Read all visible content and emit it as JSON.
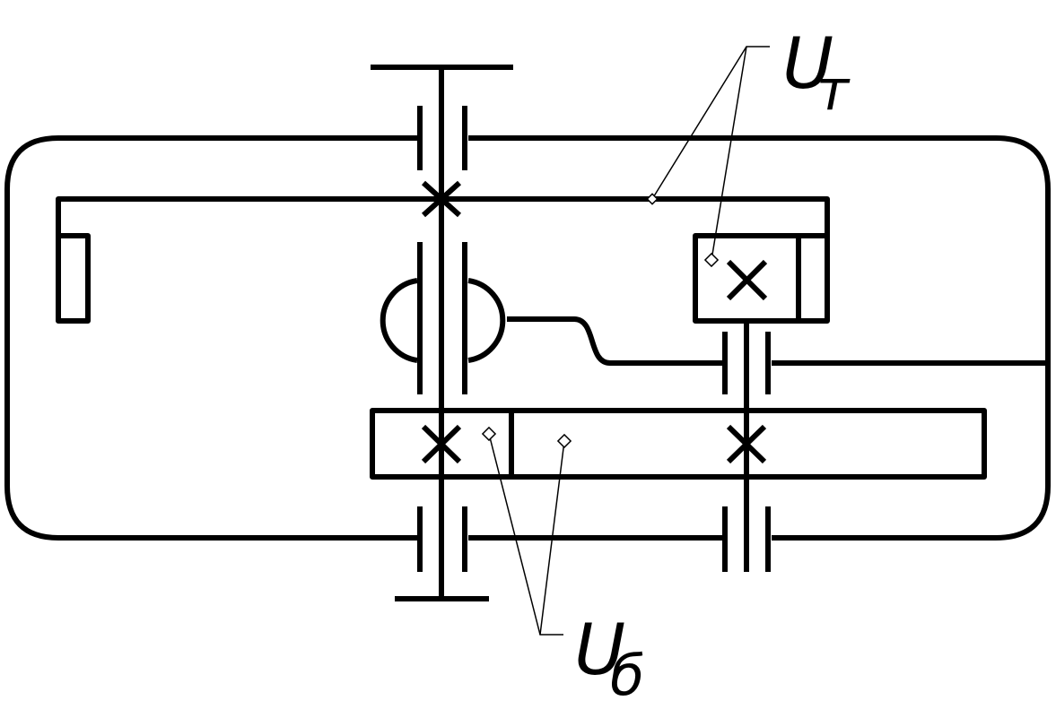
{
  "labels": {
    "tihokhodnaya_main": "U",
    "tihokhodnaya_sub": "т",
    "bystrokhodnaya_main": "U",
    "bystrokhodnaya_sub": "б"
  },
  "colors": {
    "stroke": "#000000",
    "background": "#ffffff"
  }
}
